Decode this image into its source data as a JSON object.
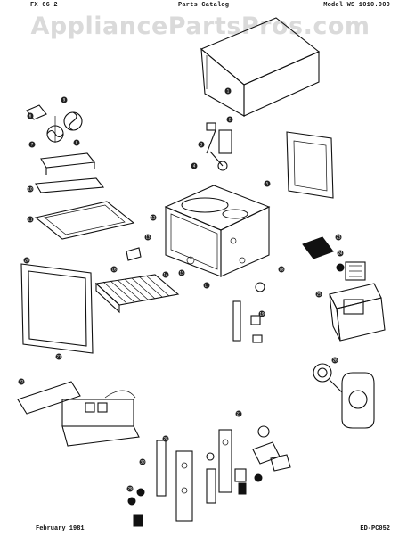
{
  "header": {
    "left": "FX 66 2",
    "center": "Parts Catalog",
    "right": "Model WS 1010.000"
  },
  "watermark": "AppliancePartsPros.com",
  "footer": {
    "date": "February 1981",
    "code": "ED-PC052"
  },
  "callouts": [
    {
      "id": "c1",
      "label": "1"
    },
    {
      "id": "c2",
      "label": "2"
    },
    {
      "id": "c3",
      "label": "3"
    },
    {
      "id": "c4",
      "label": "4"
    },
    {
      "id": "c5",
      "label": "5"
    },
    {
      "id": "c6",
      "label": "6"
    },
    {
      "id": "c7",
      "label": "7"
    },
    {
      "id": "c8",
      "label": "8"
    },
    {
      "id": "c9",
      "label": "9"
    },
    {
      "id": "c10",
      "label": "10"
    },
    {
      "id": "c11",
      "label": "11"
    },
    {
      "id": "c12",
      "label": "12"
    },
    {
      "id": "c13",
      "label": "13"
    },
    {
      "id": "c14",
      "label": "14"
    },
    {
      "id": "c15",
      "label": "15"
    },
    {
      "id": "c16",
      "label": "16"
    },
    {
      "id": "c17",
      "label": "17"
    },
    {
      "id": "c18",
      "label": "18"
    },
    {
      "id": "c19",
      "label": "19"
    },
    {
      "id": "c20",
      "label": "20"
    },
    {
      "id": "c21",
      "label": "21"
    },
    {
      "id": "c22",
      "label": "22"
    },
    {
      "id": "c23",
      "label": "23"
    },
    {
      "id": "c24",
      "label": "24"
    },
    {
      "id": "c25",
      "label": "25"
    },
    {
      "id": "c26",
      "label": "26"
    },
    {
      "id": "c27",
      "label": "27"
    },
    {
      "id": "c28",
      "label": "28"
    },
    {
      "id": "c29",
      "label": "29"
    },
    {
      "id": "c30",
      "label": "30"
    }
  ]
}
